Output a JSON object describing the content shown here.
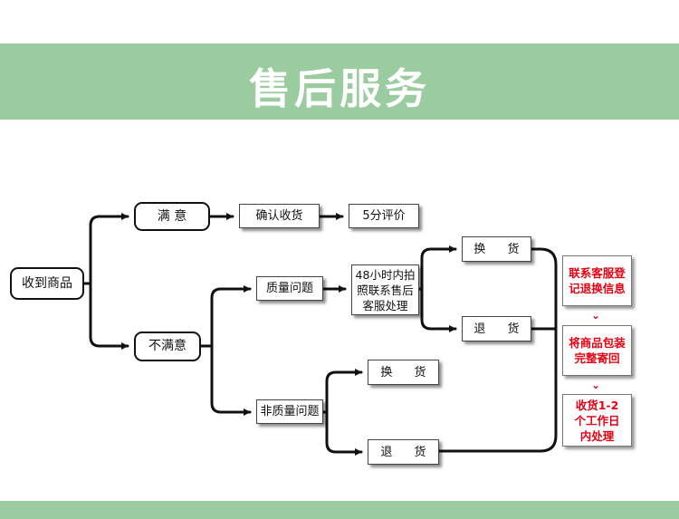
{
  "header": {
    "title": "售后服务"
  },
  "flow": {
    "start": "收到商品",
    "satisfied": "满 意",
    "unsatisfied": "不满意",
    "confirm_receipt": "确认收货",
    "rate": "5分评价",
    "quality_issue": "质量问题",
    "quality_contact": "48小时内拍\n照联系售后\n客服处理",
    "quality_exchange": "换 货",
    "quality_return": "退 货",
    "non_quality_issue": "非质量问题",
    "non_quality_exchange": "换 货",
    "non_quality_return": "退 货"
  },
  "steps": [
    "联系客服登\n记退换信息",
    "将商品包装\n完整寄回",
    "收货1-2\n个工作日\n内处理"
  ],
  "colors": {
    "band": "#9acc9f",
    "accent_red": "#e60012",
    "line": "#111111"
  }
}
